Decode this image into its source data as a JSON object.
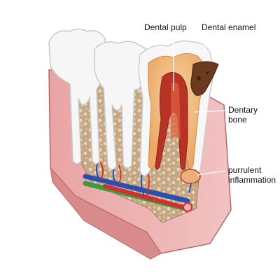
{
  "labels": {
    "dental_pulp": "Dental pulp",
    "dental_enamel": "Dental enamel",
    "dentary_bone_line1": "Dentary",
    "dentary_bone_line2": "bone",
    "purrulent_line1": "purrulent",
    "purrulent_line2": "inflammation"
  },
  "colors": {
    "gum": "#e8a0a0",
    "gum_dark": "#c97070",
    "bone": "#b89a78",
    "enamel": "#f4f4f4",
    "pulp": "#c0392b",
    "dentin": "#f2c089",
    "decay": "#6b3a1f",
    "artery": "#d03030",
    "vein": "#2a4fb0",
    "nerve": "#3f9a3f",
    "leader": "#ffffff"
  }
}
